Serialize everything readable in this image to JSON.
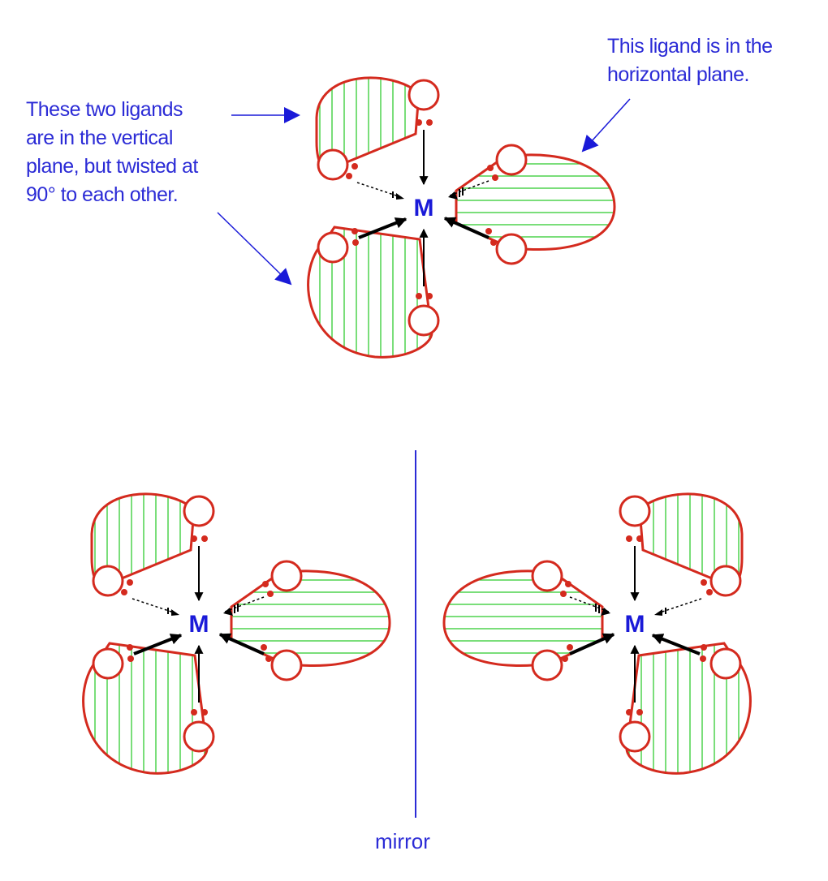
{
  "annotations": {
    "vertical_note": [
      "These two ligands",
      "are in the vertical",
      "plane, but twisted at",
      "90° to each other."
    ],
    "horizontal_note": [
      "This ligand is in the",
      "horizontal plane."
    ]
  },
  "metal_label": "M",
  "mirror_label": "mirror",
  "colors": {
    "ligand_outline": "#d42a1e",
    "ligand_hatch": "#33cc33",
    "text": "#2b2bd6",
    "bond": "#000000"
  },
  "complexes": [
    {
      "role": "top-complex"
    },
    {
      "role": "bottom-left-enantiomer"
    },
    {
      "role": "bottom-right-enantiomer (mirror image)"
    }
  ]
}
